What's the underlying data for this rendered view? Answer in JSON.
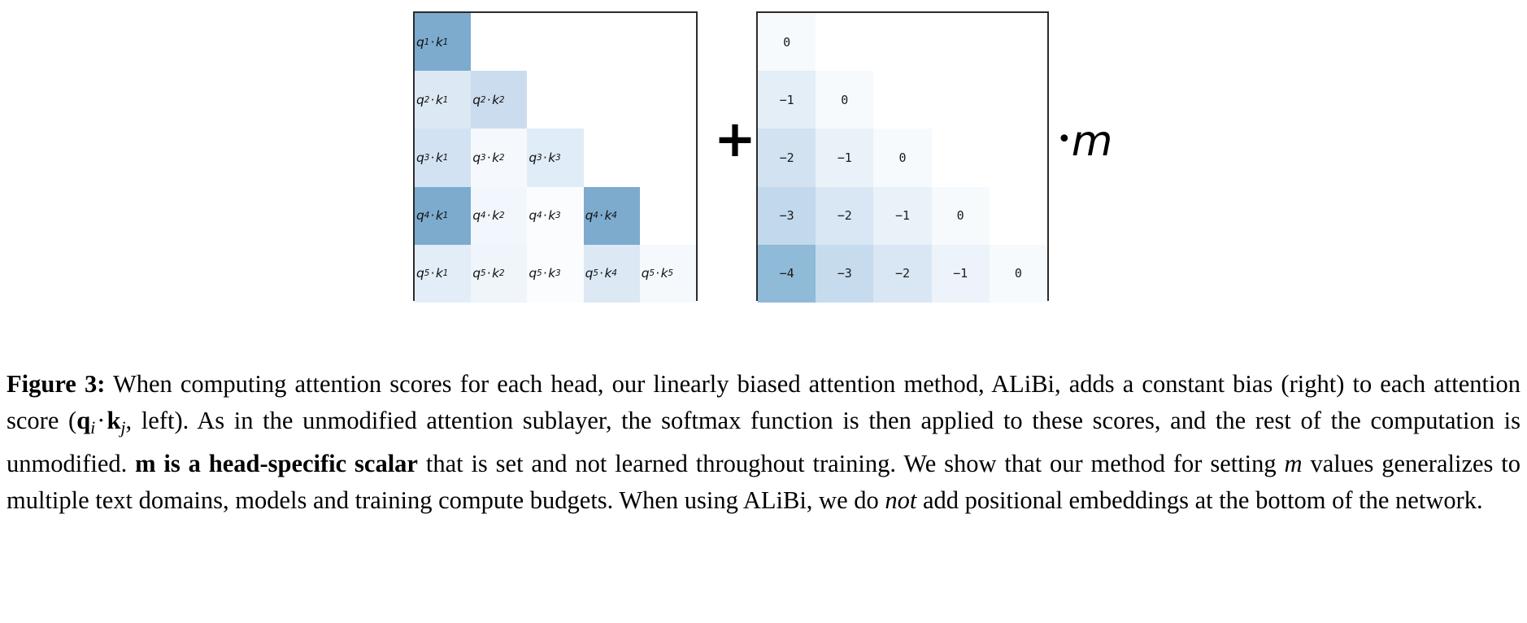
{
  "figure": {
    "id": "figure-3",
    "operators": {
      "plus": "+",
      "bullet": "•",
      "scalar": "m"
    },
    "scores_matrix": {
      "name": "attention-scores-matrix",
      "rows": [
        [
          {
            "q": "1",
            "k": "1",
            "color": "#7cabce"
          }
        ],
        [
          {
            "q": "2",
            "k": "1",
            "color": "#dce9f5"
          },
          {
            "q": "2",
            "k": "2",
            "color": "#ccdcef"
          }
        ],
        [
          {
            "q": "3",
            "k": "1",
            "color": "#d3e2f2"
          },
          {
            "q": "3",
            "k": "2",
            "color": "#f5f9fd"
          },
          {
            "q": "3",
            "k": "3",
            "color": "#e0ecf7"
          }
        ],
        [
          {
            "q": "4",
            "k": "1",
            "color": "#7cabce"
          },
          {
            "q": "4",
            "k": "2",
            "color": "#f1f7fc"
          },
          {
            "q": "4",
            "k": "3",
            "color": "#fafcfe"
          },
          {
            "q": "4",
            "k": "4",
            "color": "#7cabce"
          }
        ],
        [
          {
            "q": "5",
            "k": "1",
            "color": "#e2edf7"
          },
          {
            "q": "5",
            "k": "2",
            "color": "#eff5fb"
          },
          {
            "q": "5",
            "k": "3",
            "color": "#fafcfe"
          },
          {
            "q": "5",
            "k": "4",
            "color": "#dce9f5"
          },
          {
            "q": "5",
            "k": "5",
            "color": "#f5f9fd"
          }
        ]
      ]
    },
    "bias_matrix": {
      "name": "linear-bias-matrix",
      "rows": [
        [
          {
            "value": "0",
            "color": "#f7fafd"
          }
        ],
        [
          {
            "value": "−1",
            "color": "#e4eef7"
          },
          {
            "value": "0",
            "color": "#f7fafd"
          }
        ],
        [
          {
            "value": "−2",
            "color": "#d3e2f1"
          },
          {
            "value": "−1",
            "color": "#e9f1f9"
          },
          {
            "value": "0",
            "color": "#f7fafd"
          }
        ],
        [
          {
            "value": "−3",
            "color": "#c2d8ec"
          },
          {
            "value": "−2",
            "color": "#d9e6f3"
          },
          {
            "value": "−1",
            "color": "#e9f1f9"
          },
          {
            "value": "0",
            "color": "#f7fafd"
          }
        ],
        [
          {
            "value": "−4",
            "color": "#8fbad8"
          },
          {
            "value": "−3",
            "color": "#c7dbee"
          },
          {
            "value": "−2",
            "color": "#d9e6f3"
          },
          {
            "value": "−1",
            "color": "#ecf3fa"
          },
          {
            "value": "0",
            "color": "#f7fafd"
          }
        ]
      ]
    }
  },
  "caption": {
    "label": "Figure 3:",
    "seg_1": " When computing attention scores for each head, our linearly biased attention method, ALiBi, adds a constant bias (right) to each attention score (",
    "q_bold": "q",
    "q_sub": "i",
    "cdot": "·",
    "k_bold": "k",
    "k_sub": "j",
    "seg_2": ", left). As in the unmodified attention sublayer, the softmax function is then applied to these scores, and the rest of the computation is unmodified. ",
    "bold_phrase": "m is a head-specific scalar",
    "seg_3": " that is set and not learned throughout training. We show that our method for setting ",
    "m_italic": "m",
    "seg_4": " values generalizes to multiple text domains, models and training compute budgets. When using ALiBi, we do ",
    "not_italic": "not",
    "seg_5": " add positional embeddings at the bottom of the network."
  },
  "colors": {
    "accent_dark": "#7cabce",
    "accent_darkest": "#8fbad8",
    "border": "#2b2b2b",
    "background": "#ffffff",
    "text": "#000000"
  }
}
